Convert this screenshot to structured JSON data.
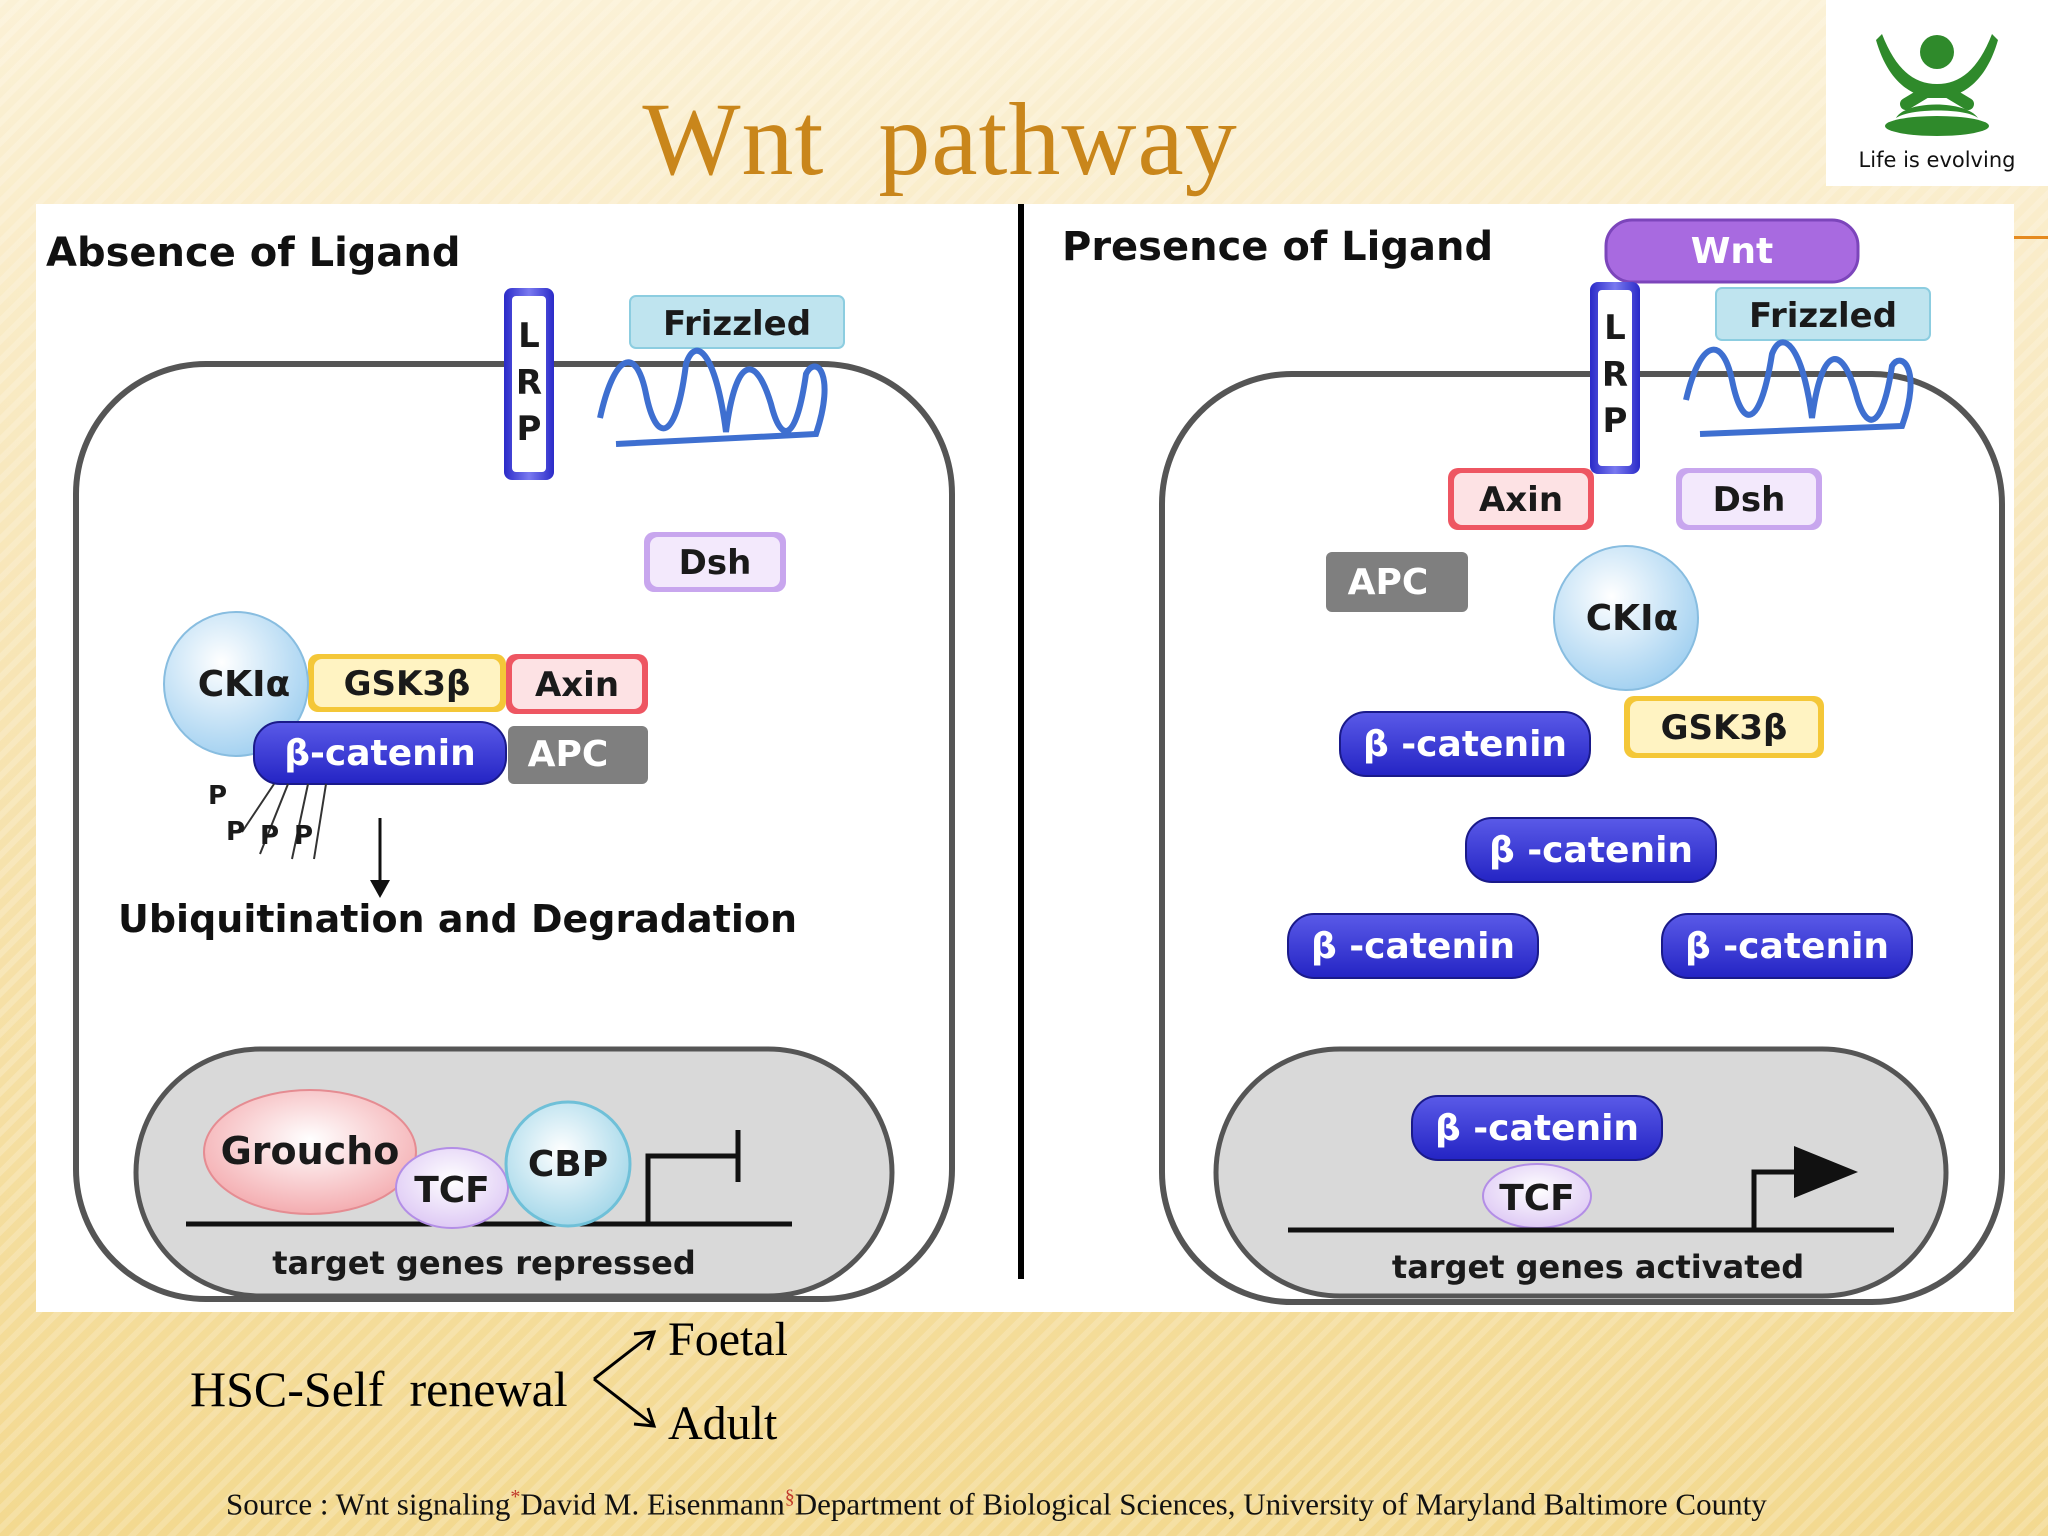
{
  "slide": {
    "title": "Wnt  pathway",
    "logo_text": "Life is evolving",
    "hsc_label": "HSC-Self  renewal",
    "branch_foetal": "Foetal",
    "branch_adult": "Adult",
    "source_a": "Source : Wnt signaling",
    "source_mark1": "*",
    "source_b": "David M. Eisenmann",
    "source_mark2": "§",
    "source_c": "Department of Biological Sciences, University of Maryland Baltimore County"
  },
  "left": {
    "heading": "Absence of Ligand",
    "lrp": [
      "L",
      "R",
      "P"
    ],
    "frizzled": "Frizzled",
    "dsh": "Dsh",
    "ck1": "CKIα",
    "gsk3b": "GSK3β",
    "axin": "Axin",
    "bcatenin": "β-catenin",
    "apc": "APC",
    "phospho": [
      "P",
      "P",
      "P",
      "P"
    ],
    "degradation": "Ubiquitination and Degradation",
    "groucho": "Groucho",
    "tcf": "TCF",
    "cbp": "CBP",
    "genes": "target genes repressed"
  },
  "right": {
    "heading": "Presence of Ligand",
    "wnt": "Wnt",
    "lrp": [
      "L",
      "R",
      "P"
    ],
    "frizzled": "Frizzled",
    "axin": "Axin",
    "dsh": "Dsh",
    "apc": "APC",
    "ck1": "CKIα",
    "gsk3b": "GSK3β",
    "bcatenin": [
      "β -catenin",
      "β -catenin",
      "β -catenin",
      "β -catenin",
      "β -catenin"
    ],
    "tcf": "TCF",
    "genes": "target genes activated"
  },
  "colors": {
    "title": "#c9861b",
    "bcatenin": "#3f3fd8",
    "axin": "#ee5662",
    "gsk3b": "#f4c738",
    "apc": "#7f7f7f",
    "dsh": "#c8a6ee",
    "frizzled": "#bfe4ef",
    "wnt": "#a86ae0",
    "logo": "#2f8a2b"
  }
}
